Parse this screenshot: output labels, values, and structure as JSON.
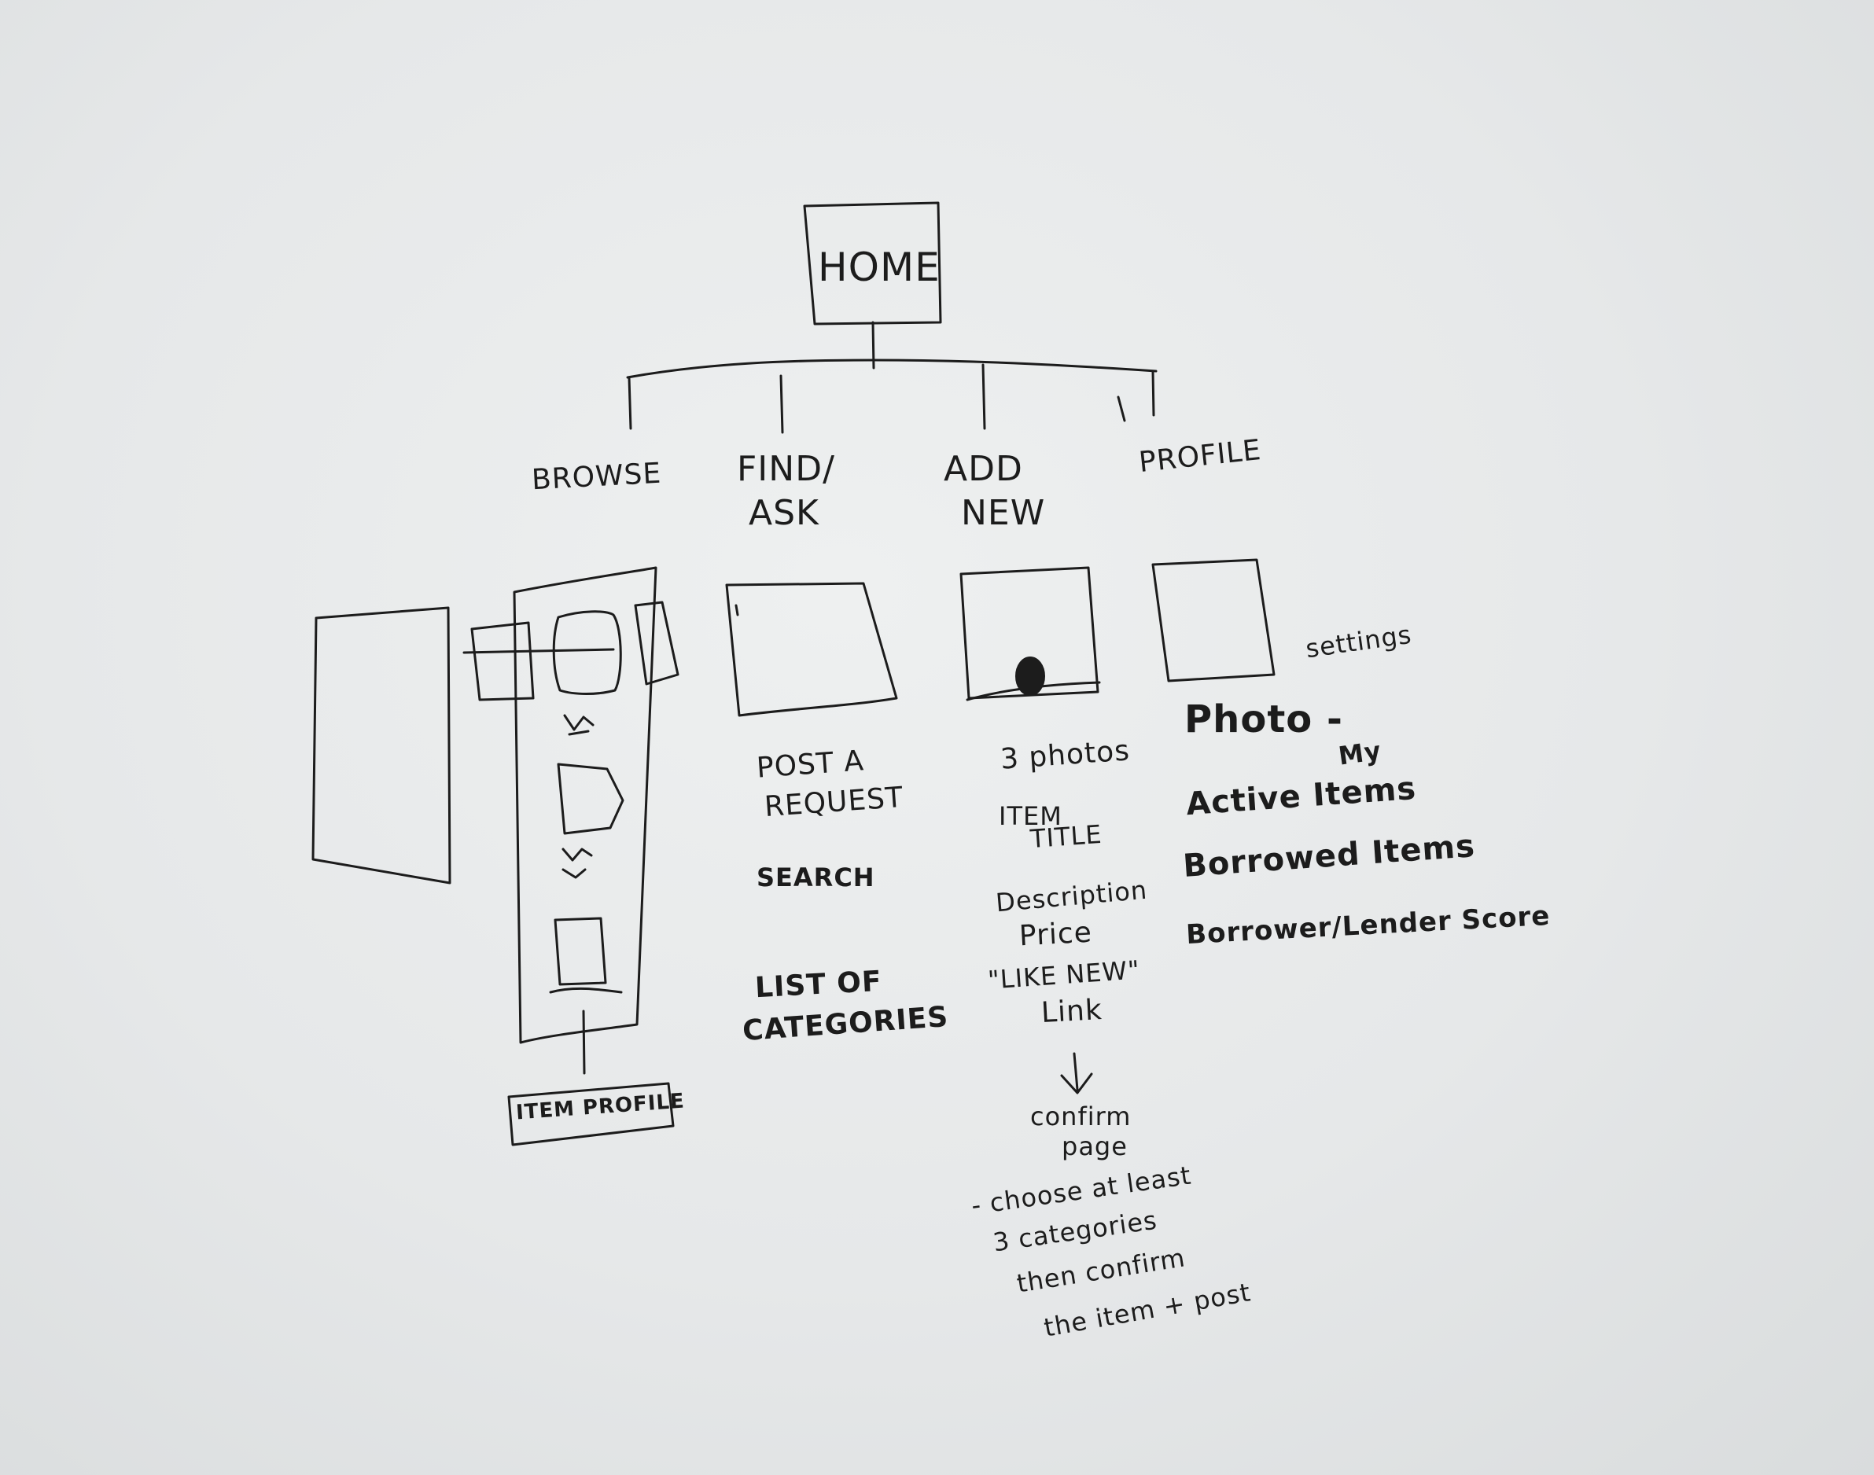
{
  "home": {
    "label": "HOME"
  },
  "sections": {
    "browse": {
      "label": "BROWSE",
      "item_profile": "ITEM PROFILE"
    },
    "find_ask": {
      "label_line1": "FIND/",
      "label_line2": "ASK",
      "post_request_line1": "POST A",
      "post_request_line2": "REQUEST",
      "search": "SEARCH",
      "list_line1": "LIST OF",
      "list_line2": "CATEGORIES"
    },
    "add_new": {
      "label_line1": "ADD",
      "label_line2": "NEW",
      "photos": "3 photos",
      "item_title_line1": "ITEM",
      "item_title_line2": "TITLE",
      "description": "Description",
      "price": "Price",
      "like_new": "\"LIKE NEW\"",
      "link": "Link",
      "confirm_line1": "confirm",
      "confirm_line2": "page",
      "note_line1": "- choose at least",
      "note_line2": "3 categories",
      "note_line3": "then confirm",
      "note_line4": "the item + post"
    },
    "profile": {
      "label": "PROFILE",
      "settings": "settings",
      "photo": "Photo -",
      "my": "My",
      "active_items": "Active Items",
      "borrowed_items": "Borrowed Items",
      "score": "Borrower/Lender Score"
    }
  }
}
